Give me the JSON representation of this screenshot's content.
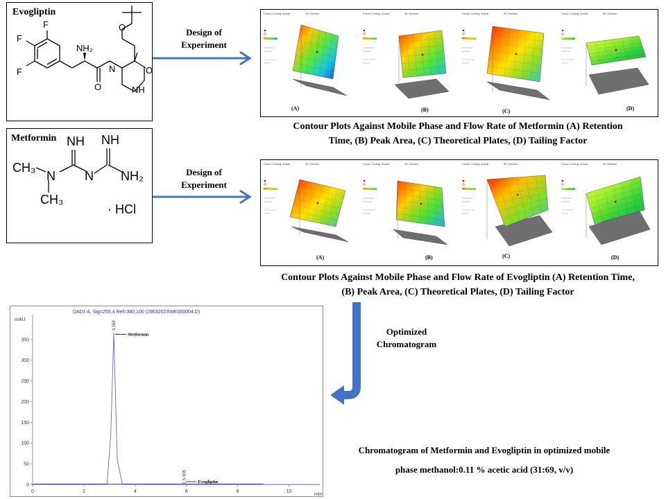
{
  "structures": {
    "evogliptin": {
      "title": "Evogliptin",
      "atoms": [
        "F",
        "F",
        "F",
        "NH₂",
        "O",
        "O",
        "N",
        "O",
        "NH"
      ]
    },
    "metformin": {
      "title": "Metformin",
      "atoms": [
        "NH",
        "NH",
        "CH₃",
        "N",
        "N",
        "NH₂",
        "CH₃",
        "· HCl"
      ]
    }
  },
  "arrows": {
    "doe_top": "Design of Experiment",
    "doe_bottom": "Design of Experiment",
    "optimized": "Optimized Chromatogram"
  },
  "contour_metformin": {
    "caption": "Contour Plots Against Mobile Phase and Flow Rate of Metformin (A) Retention Time, (B) Peak Area, (C) Theoretical Plates, (D) Tailing Factor",
    "panels": [
      {
        "label": "(A)",
        "header": "Factor Coding: Actual",
        "surface": "3D Surface"
      },
      {
        "label": "(B)",
        "header": "Factor Coding: Actual",
        "surface": "3D Surface"
      },
      {
        "label": "(C)",
        "header": "Factor Coding: Actual",
        "surface": "3D Surface"
      },
      {
        "label": "(D)",
        "header": "Factor Coding: Actual",
        "surface": "3D Surface"
      }
    ]
  },
  "contour_evogliptin": {
    "caption": "Contour Plots Against Mobile Phase and Flow Rate of Evogliptin (A) Retention Time, (B) Peak Area, (C) Theoretical Plates, (D) Tailing Factor",
    "panels": [
      {
        "label": "(A)",
        "header": "Factor Coding: Actual",
        "surface": "3D Surface"
      },
      {
        "label": "(B)",
        "header": "Factor Coding: Actual",
        "surface": "3D Surface"
      },
      {
        "label": "(C)",
        "header": "Factor Coding: Actual",
        "surface": "3D Surface"
      },
      {
        "label": "(D)",
        "header": "Factor Coding: Actual",
        "surface": "3D Surface"
      }
    ]
  },
  "chromatogram": {
    "header": "DAD1 A, Sig=255,4 Ref=360,100 (29032023\\ME000004.D)",
    "yunit": "mAU",
    "xunit": "min",
    "yticks": [
      "0",
      "50",
      "100",
      "150",
      "200",
      "250",
      "300",
      "350"
    ],
    "xticks": [
      "0",
      "2",
      "4",
      "6",
      "8",
      "10"
    ],
    "peaks": [
      {
        "name": "Metformin",
        "rt_label": "3.164"
      },
      {
        "name": "Evogliptin",
        "rt_label": "5.905"
      }
    ]
  },
  "chart_data": {
    "type": "line",
    "title": "DAD1 A, Sig=255,4 Ref=360,100 (29032023\\ME000004.D)",
    "xlabel": "min",
    "ylabel": "mAU",
    "xlim": [
      0,
      11.2
    ],
    "ylim": [
      0,
      410
    ],
    "series": [
      {
        "name": "Metformin",
        "x": [
          0,
          2.9,
          3.05,
          3.164,
          3.3,
          3.5,
          11.2
        ],
        "values": [
          0,
          0,
          120,
          366,
          60,
          0,
          0
        ]
      },
      {
        "name": "Evogliptin",
        "x": [
          5.8,
          5.905,
          6.0
        ],
        "values": [
          0,
          5,
          0
        ]
      }
    ]
  },
  "bottom_caption": {
    "line1": "Chromatogram of Metformin and Evogliptin in optimized mobile",
    "line2": "phase methanol:0.11 % acetic acid (31:69, v/v)"
  },
  "colors": {
    "arrow": "#4472c4",
    "trace": "#7b5cc4"
  }
}
